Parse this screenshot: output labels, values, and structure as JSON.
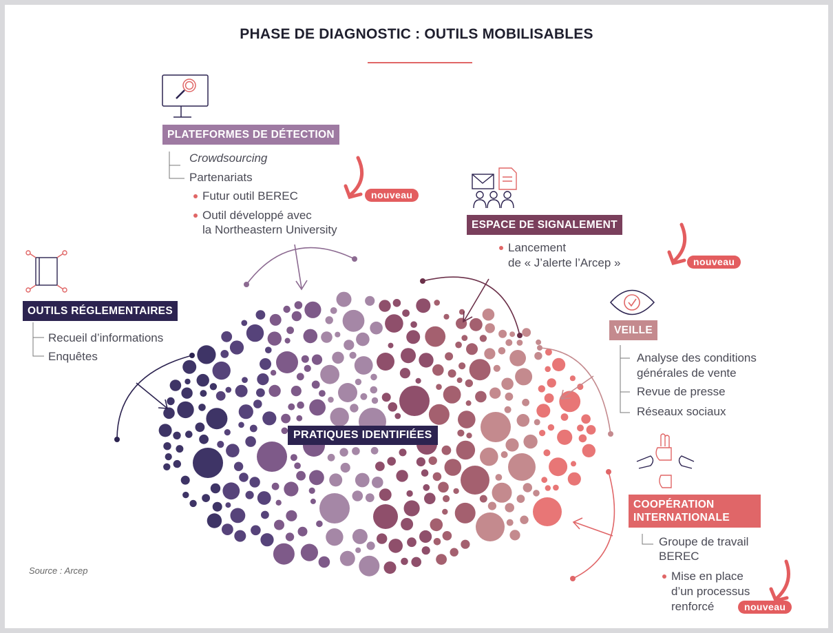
{
  "title": "PHASE DE DIAGNOSTIC : OUTILS MOBILISABLES",
  "center_label": "PRATIQUES IDENTIFIÉES",
  "source": "Source : Arcep",
  "badge": "nouveau",
  "plateformes": {
    "title": "PLATEFORMES DE DÉTECTION",
    "items": [
      "Crowdsourcing",
      "Partenariats"
    ],
    "subitems": [
      "Futur outil BEREC",
      "Outil développé avec",
      "la Northeastern University"
    ]
  },
  "espace": {
    "title": "ESPACE DE SIGNALEMENT",
    "items": [
      "Lancement",
      "de « J’alerte l’Arcep »"
    ]
  },
  "outils": {
    "title": "OUTILS RÉGLEMENTAIRES",
    "items": [
      "Recueil d’informations",
      "Enquêtes"
    ]
  },
  "veille": {
    "title": "VEILLE",
    "items": [
      "Analyse des conditions",
      "générales de vente",
      "Revue de presse",
      "Réseaux sociaux"
    ]
  },
  "cooperation": {
    "title": "COOPÉRATION INTERNATIONALE",
    "items": [
      "Groupe de travail",
      "BEREC"
    ],
    "subitems": [
      "Mise en place",
      "d’un processus",
      "renforcé"
    ]
  },
  "icons": [
    "monitor-magnifier-icon",
    "envelope-document-people-icon",
    "book-icon",
    "eye-check-icon",
    "hands-icon"
  ],
  "colors": {
    "navy": "#2c2350",
    "purple": "#9e7aa2",
    "plum": "#7a3f5c",
    "rose": "#c48a8e",
    "coral": "#e06668",
    "red": "#e35d5f"
  }
}
